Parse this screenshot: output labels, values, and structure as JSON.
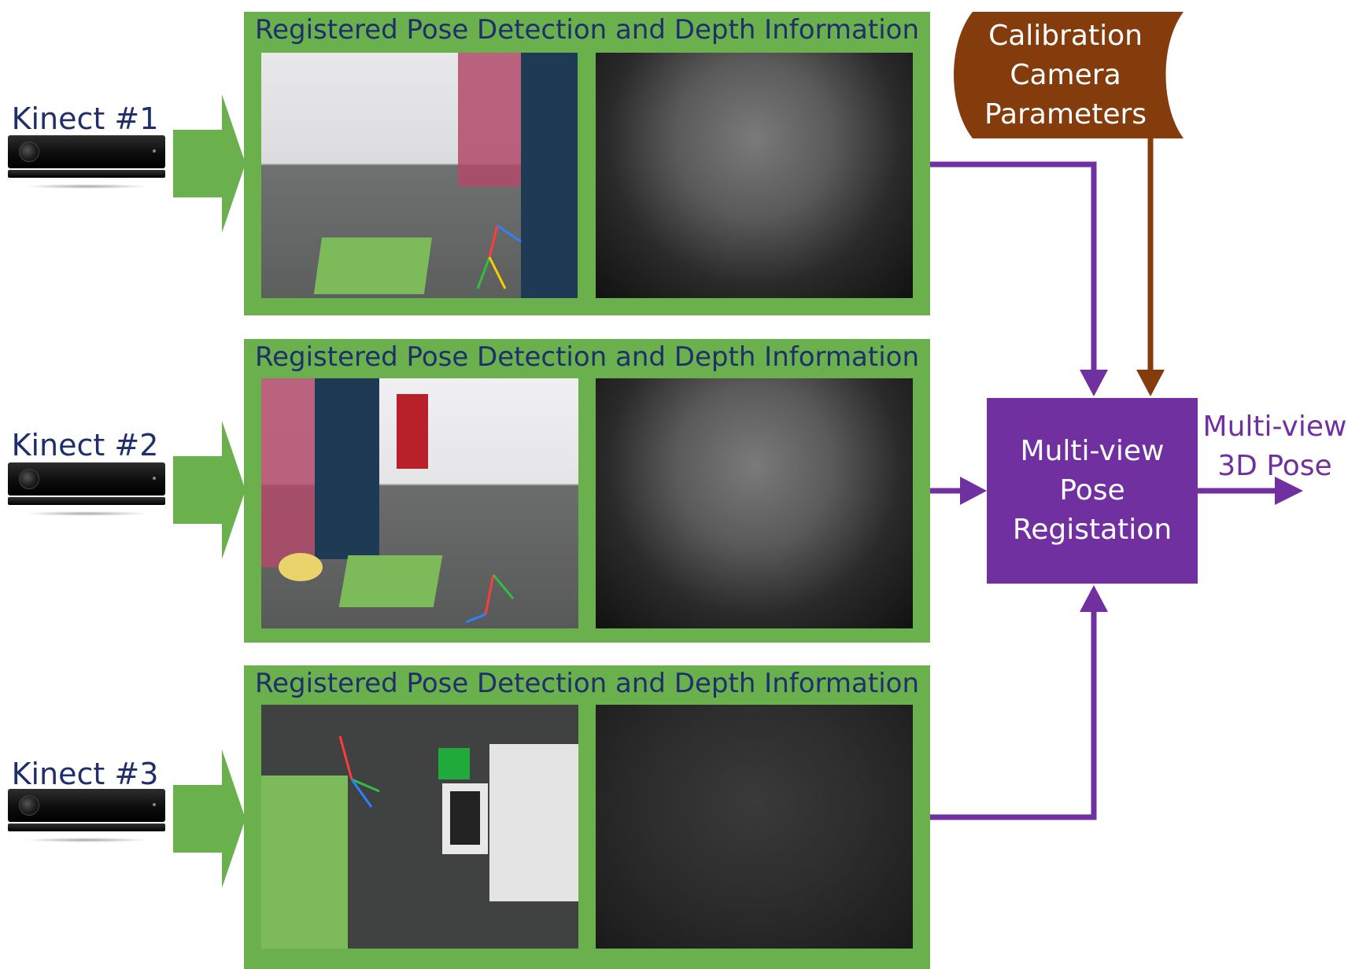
{
  "kinects": [
    {
      "label": "Kinect #1"
    },
    {
      "label": "Kinect #2"
    },
    {
      "label": "Kinect #3"
    }
  ],
  "panels": [
    {
      "title": "Registered Pose Detection and Depth Information"
    },
    {
      "title": "Registered Pose Detection and Depth Information"
    },
    {
      "title": "Registered Pose Detection and Depth Information"
    }
  ],
  "calibration": {
    "lines": [
      "Calibration",
      "Camera",
      "Parameters"
    ]
  },
  "registration": {
    "lines": [
      "Multi-view",
      "Pose",
      "Registation"
    ]
  },
  "output": {
    "lines": [
      "Multi-view",
      "3D Pose"
    ]
  },
  "colors": {
    "panel_green": "#6ab04c",
    "arrow_purple": "#7030a0",
    "arrow_brown": "#843c0c",
    "title_navy": "#1f2f6b"
  }
}
